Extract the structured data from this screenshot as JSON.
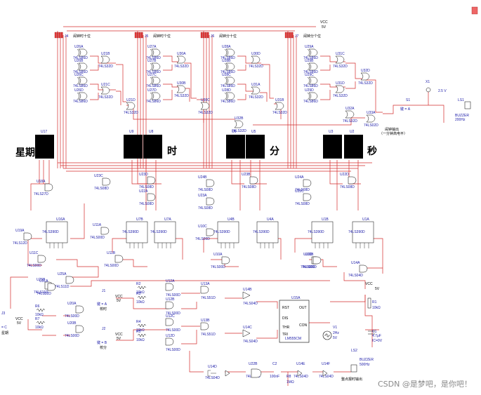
{
  "display_labels": {
    "week": "星期",
    "hour": "时",
    "minute": "分",
    "second": "秒"
  },
  "supply": {
    "vcc": "VCC",
    "volts": "5V"
  },
  "headers": [
    {
      "ref": "J4",
      "desc": "闹钟时十位"
    },
    {
      "ref": "J5",
      "desc": "闹钟时个位"
    },
    {
      "ref": "J6",
      "desc": "闹钟分十位"
    },
    {
      "ref": "J7",
      "desc": "闹钟分个位"
    }
  ],
  "displays": [
    "U17",
    "U9",
    "U8",
    "U6",
    "U5",
    "U3",
    "U2"
  ],
  "counters": [
    {
      "ref": "U16A",
      "part": "74LS390D"
    },
    {
      "ref": "U7B",
      "part": "74LS390D"
    },
    {
      "ref": "U7A",
      "part": "74LS390D"
    },
    {
      "ref": "U4B",
      "part": "74LS390D"
    },
    {
      "ref": "U4A",
      "part": "74LS390D"
    },
    {
      "ref": "U1B",
      "part": "74LS390D"
    },
    {
      "ref": "U1A",
      "part": "74LS390D"
    }
  ],
  "cmp_gates": [
    {
      "ref": "U26A",
      "part": "74LS86D"
    },
    {
      "ref": "U26B",
      "part": "74LS86D"
    },
    {
      "ref": "U26C",
      "part": "74LS86D"
    },
    {
      "ref": "U26D",
      "part": "74LS86D"
    },
    {
      "ref": "U27A",
      "part": "74LS86D"
    },
    {
      "ref": "U27B",
      "part": "74LS86D"
    },
    {
      "ref": "U27C",
      "part": "74LS86D"
    },
    {
      "ref": "U27D",
      "part": "74LS86D"
    },
    {
      "ref": "U28A",
      "part": "74LS86D"
    },
    {
      "ref": "U28B",
      "part": "74LS86D"
    },
    {
      "ref": "U28C",
      "part": "74LS86D"
    },
    {
      "ref": "U28D",
      "part": "74LS86D"
    },
    {
      "ref": "U29A",
      "part": "74LS86D"
    },
    {
      "ref": "U29B",
      "part": "74LS86D"
    },
    {
      "ref": "U29C",
      "part": "74LS86D"
    },
    {
      "ref": "U29D",
      "part": "74LS86D"
    }
  ],
  "or_gates": [
    {
      "ref": "U21B",
      "part": "74LS32D"
    },
    {
      "ref": "U21C",
      "part": "74LS32D"
    },
    {
      "ref": "U21D",
      "part": "74LS32D"
    },
    {
      "ref": "U30A",
      "part": "74LS32D"
    },
    {
      "ref": "U30B",
      "part": "74LS32D"
    },
    {
      "ref": "U30C",
      "part": "74LS32D"
    },
    {
      "ref": "U30D",
      "part": "74LS32D"
    },
    {
      "ref": "U31A",
      "part": "74LS32D"
    },
    {
      "ref": "U31B",
      "part": "74LS32D"
    },
    {
      "ref": "U31C",
      "part": "74LS32D"
    },
    {
      "ref": "U31D",
      "part": "74LS32D"
    },
    {
      "ref": "U32D",
      "part": "74LS32D"
    },
    {
      "ref": "U32B",
      "part": "74LS32D"
    },
    {
      "ref": "U32A",
      "part": "74LS32D"
    },
    {
      "ref": "U33A",
      "part": "74LS02D"
    }
  ],
  "and_gates": [
    {
      "ref": "U23C",
      "part": "74LS08D"
    },
    {
      "ref": "U23D",
      "part": "74LS08D"
    },
    {
      "ref": "U22A",
      "part": "74LS08D"
    },
    {
      "ref": "U24B",
      "part": "74LS08D"
    },
    {
      "ref": "U23A",
      "part": "74LS08D"
    },
    {
      "ref": "U23B",
      "part": "74LS08D"
    },
    {
      "ref": "U24A",
      "part": "74LS08D"
    },
    {
      "ref": "U22C",
      "part": "74LS08D"
    },
    {
      "ref": "U22D",
      "part": "74LS08D"
    },
    {
      "ref": "U22B",
      "part": "74LS08D"
    }
  ],
  "misc_parts": [
    {
      "ref": "U18A",
      "part": "74LS27D"
    },
    {
      "ref": "U19A",
      "part": "74LS12D"
    },
    {
      "ref": "U11A",
      "part": "74LS00D"
    },
    {
      "ref": "U10C",
      "part": "74LS00D"
    },
    {
      "ref": "U10A",
      "part": "74LS00D"
    },
    {
      "ref": "U11C",
      "part": "74LS00D"
    },
    {
      "ref": "U11B",
      "part": "74LS00D"
    },
    {
      "ref": "U10D",
      "part": "74LS00D"
    },
    {
      "ref": "U10B",
      "part": "74LS00D"
    },
    {
      "ref": "U14A",
      "part": "74LS04D"
    },
    {
      "ref": "U25A",
      "part": "74LS11D"
    },
    {
      "ref": "U25B",
      "part": "74LS11D"
    },
    {
      "ref": "U31A",
      "part": "74LS32D"
    },
    {
      "ref": "U20A",
      "part": "74LS00D"
    },
    {
      "ref": "U20B",
      "part": "74LS00D"
    }
  ],
  "adjust": [
    {
      "ref": "U12A",
      "part": "74LS00D"
    },
    {
      "ref": "U12B",
      "part": "74LS00D"
    },
    {
      "ref": "U12C",
      "part": "74LS00D"
    },
    {
      "ref": "U12D",
      "part": "74LS00D"
    },
    {
      "ref": "U13A",
      "part": "74LS51D"
    },
    {
      "ref": "U13B",
      "part": "74LS51D"
    },
    {
      "ref": "U14B",
      "part": "74LS04D"
    },
    {
      "ref": "U14C",
      "part": "74LS04D"
    }
  ],
  "resistors": [
    {
      "ref": "R2",
      "val": "10kΩ"
    },
    {
      "ref": "R3",
      "val": "10kΩ"
    },
    {
      "ref": "R4",
      "val": "10kΩ"
    },
    {
      "ref": "R5",
      "val": "10kΩ"
    },
    {
      "ref": "R6",
      "val": "10kΩ"
    },
    {
      "ref": "R7",
      "val": "10kΩ"
    },
    {
      "ref": "R1",
      "val": "10kΩ"
    }
  ],
  "switches": [
    {
      "ref": "J1",
      "key": "键 = A",
      "desc": "校时"
    },
    {
      "ref": "J2",
      "key": "键 = B",
      "desc": "校分"
    },
    {
      "ref": "J3",
      "key": "= C",
      "desc": "星期"
    },
    {
      "ref": "S1",
      "key": "键 = A",
      "desc": ""
    }
  ],
  "timer": {
    "ref": "U15A",
    "part": "LM555CM"
  },
  "cap1": {
    "ref": "C1",
    "val": "4.7μF",
    "ic": "IC=0V"
  },
  "v1": {
    "ref": "V1",
    "freq": "2Hz",
    "volts": "5V"
  },
  "x1": {
    "ref": "X1",
    "volts": "2.5 V"
  },
  "buzzer1": {
    "ref": "LS1",
    "name": "BUZZER",
    "freq": "200Hz"
  },
  "buzzer2": {
    "ref": "LS2",
    "name": "BUZZER",
    "freq": "500Hz"
  },
  "bottom": {
    "u14d": "U14D",
    "u14d_part": "74LS04D",
    "u22b": "U22B",
    "u22b_part": "74LS08D",
    "c2": "C2",
    "c2_val": "100nF",
    "r8": "R8",
    "r8_val": "1MΩ",
    "u14e": "U14E",
    "u14e_part": "74LS04D",
    "u14f": "U14F",
    "u14f_part": "74LS04D",
    "note": "整点报时输出"
  },
  "alarm_note": "闹钟输出",
  "alarm_sub": "（一分钟高电平）",
  "watermark": "CSDN @是梦吧，是你吧！",
  "colors": {
    "wire": "#e03030",
    "wire_bus": "#c61f1f",
    "label": "#1a1aa8",
    "component": "#000000",
    "connector": "#e23b3b",
    "display_fill": "#000000"
  }
}
